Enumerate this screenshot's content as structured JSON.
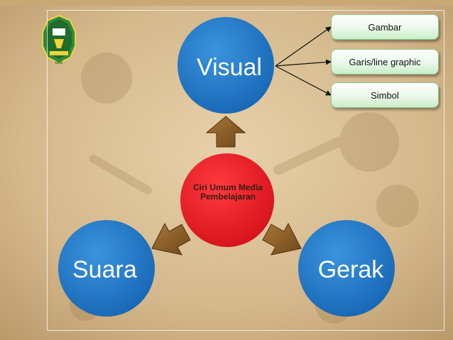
{
  "diagram": {
    "center": {
      "label": "Ciri Umum Media Pembelajaran",
      "color": "#e81c23"
    },
    "nodes": [
      {
        "id": "visual",
        "label": "Visual",
        "color": "#1f77c7"
      },
      {
        "id": "suara",
        "label": "Suara",
        "color": "#1f77c7"
      },
      {
        "id": "gerak",
        "label": "Gerak",
        "color": "#1f77c7"
      }
    ],
    "visual_children": [
      {
        "label": "Gambar"
      },
      {
        "label": "Garis/line graphic"
      },
      {
        "label": "Simbol"
      }
    ],
    "colors": {
      "background": "#d9bf96",
      "arrow_fill": "#8a5e26",
      "leaf_fill": "#e8f7e8",
      "leaf_border": "#8cc78c"
    }
  },
  "logo": {
    "text": "IAIN",
    "icon": "institution-emblem-icon"
  }
}
